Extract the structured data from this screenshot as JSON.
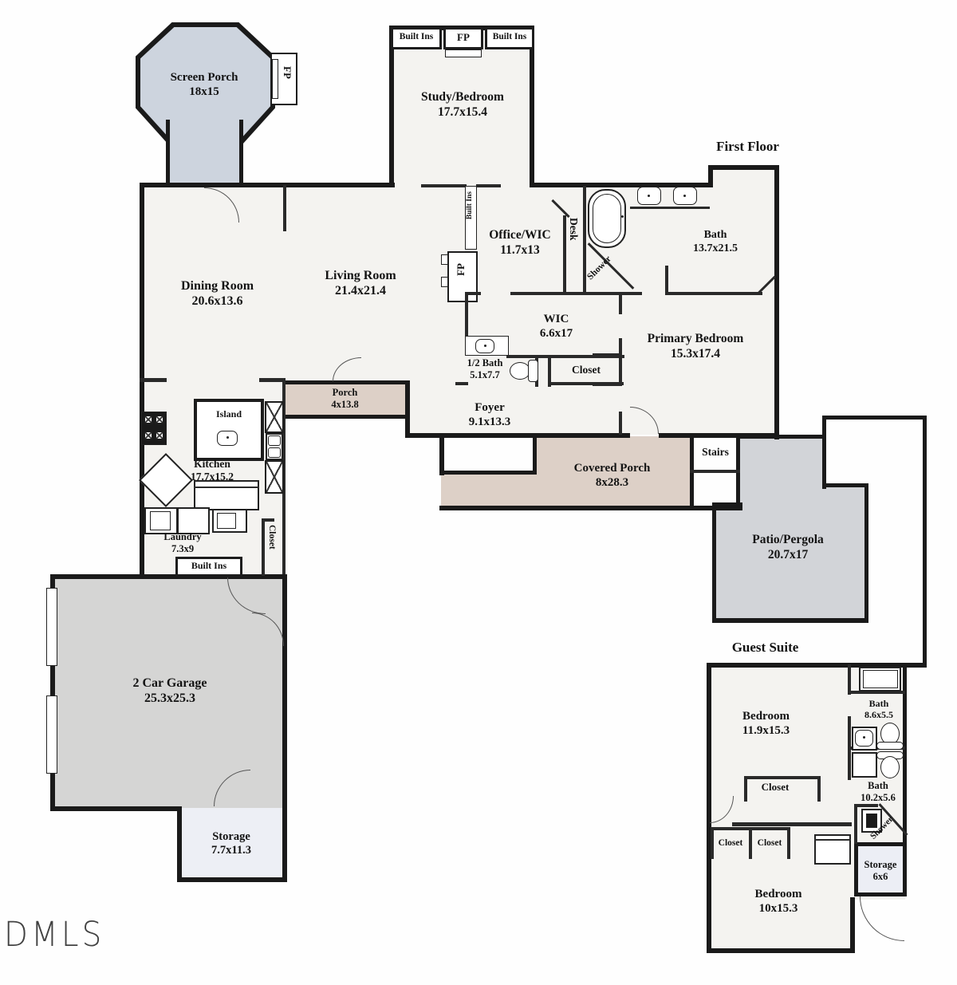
{
  "headings": {
    "first_floor": "First Floor",
    "guest_suite": "Guest Suite"
  },
  "watermark": "DMLS",
  "rooms": {
    "screen_porch": {
      "name": "Screen Porch",
      "dims": "18x15"
    },
    "study": {
      "name": "Study/Bedroom",
      "dims": "17.7x15.4"
    },
    "office": {
      "name": "Office/WIC",
      "dims": "11.7x13"
    },
    "bath_primary": {
      "name": "Bath",
      "dims": "13.7x21.5"
    },
    "dining": {
      "name": "Dining Room",
      "dims": "20.6x13.6"
    },
    "living": {
      "name": "Living Room",
      "dims": "21.4x21.4"
    },
    "wic": {
      "name": "WIC",
      "dims": "6.6x17"
    },
    "half_bath": {
      "name": "1/2 Bath",
      "dims": "5.1x7.7"
    },
    "closet_hall": {
      "name": "Closet"
    },
    "primary_bedroom": {
      "name": "Primary Bedroom",
      "dims": "15.3x17.4"
    },
    "porch": {
      "name": "Porch",
      "dims": "4x13.8"
    },
    "foyer": {
      "name": "Foyer",
      "dims": "9.1x13.3"
    },
    "covered_porch": {
      "name": "Covered Porch",
      "dims": "8x28.3"
    },
    "stairs": {
      "name": "Stairs"
    },
    "patio": {
      "name": "Patio/Pergola",
      "dims": "20.7x17"
    },
    "kitchen": {
      "name": "Kitchen",
      "dims": "17.7x15.2"
    },
    "island": {
      "name": "Island"
    },
    "laundry": {
      "name": "Laundry",
      "dims": "7.3x9"
    },
    "garage": {
      "name": "2 Car Garage",
      "dims": "25.3x25.3"
    },
    "storage_garage": {
      "name": "Storage",
      "dims": "7.7x11.3"
    },
    "guest_bedroom_1": {
      "name": "Bedroom",
      "dims": "11.9x15.3"
    },
    "guest_bath_1": {
      "name": "Bath",
      "dims": "8.6x5.5"
    },
    "guest_bath_2": {
      "name": "Bath",
      "dims": "10.2x5.6"
    },
    "guest_storage": {
      "name": "Storage",
      "dims": "6x6"
    },
    "guest_bedroom_2": {
      "name": "Bedroom",
      "dims": "10x15.3"
    },
    "guest_closet_1": {
      "name": "Closet"
    },
    "guest_closet_2": {
      "name": "Closet"
    },
    "guest_closet_3": {
      "name": "Closet"
    }
  },
  "annotations": {
    "built_ins_study_left": "Built Ins",
    "fp_study": "FP",
    "built_ins_study_right": "Built Ins",
    "fp_screen_porch": "FP",
    "built_ins_office": "Built Ins",
    "fp_living": "FP",
    "desk": "Desk",
    "shower_primary": "Shower",
    "shower_guest": "Shower",
    "built_ins_laundry": "Built Ins",
    "closet_kitchen": "Closet"
  },
  "colors": {
    "wall": "#1a1a1a",
    "room_fill": "#f4f3f0",
    "porch_tan": "#ddd0c7",
    "screen_porch_blue": "#cdd4de",
    "garage_gray": "#d5d5d4",
    "patio_gray": "#d2d4d8",
    "storage_light": "#edeff5"
  }
}
